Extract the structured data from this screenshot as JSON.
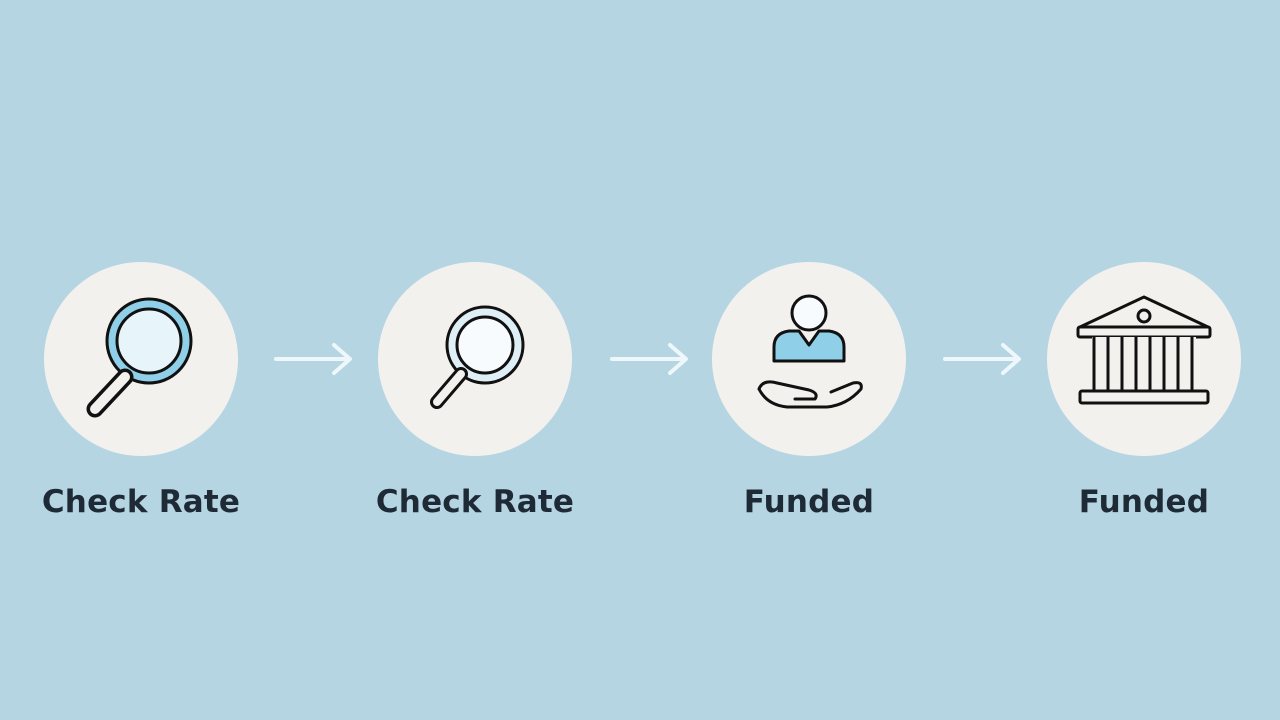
{
  "background_color": "#b6d5e3",
  "accent_color": "#8fcfe8",
  "circle_color": "#f3f1ee",
  "text_color": "#1e2a35",
  "steps": [
    {
      "label": "Check Rate",
      "icon": "magnifier-icon"
    },
    {
      "label": "Check Rate",
      "icon": "magnifier-icon"
    },
    {
      "label": "Funded",
      "icon": "person-on-hand-icon"
    },
    {
      "label": "Funded",
      "icon": "bank-building-icon"
    }
  ],
  "arrows": [
    "arrow-right-icon",
    "arrow-right-icon",
    "arrow-right-icon"
  ]
}
